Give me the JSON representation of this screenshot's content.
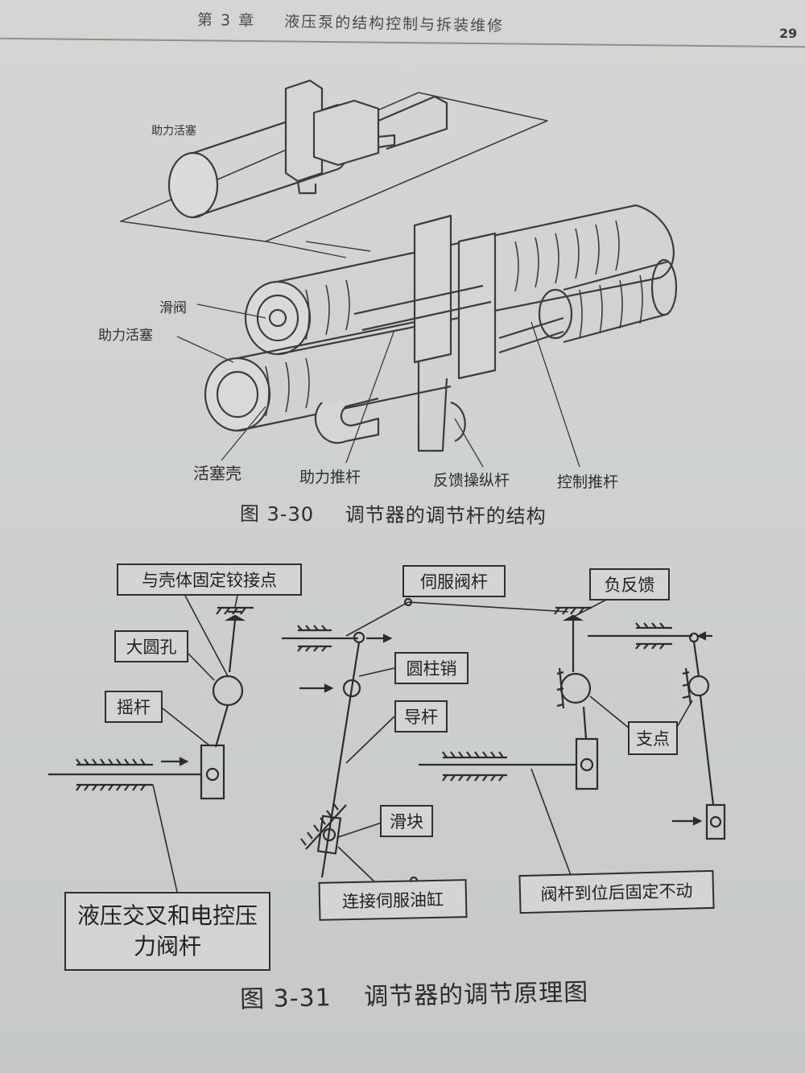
{
  "header": {
    "chapter": "第 3 章",
    "title": "液压泵的结构控制与拆装维修",
    "page_number": "29"
  },
  "figure_30": {
    "caption_number": "图 3-30",
    "caption_text": "调节器的调节杆的结构",
    "labels": {
      "booster_piston_top": "助力活塞",
      "slide_valve": "滑阀",
      "booster_piston": "助力活塞",
      "piston_housing": "活塞壳",
      "booster_push_rod": "助力推杆",
      "feedback_lever": "反馈操纵杆",
      "control_push_rod": "控制推杆"
    }
  },
  "figure_31": {
    "caption_number": "图 3-31",
    "caption_text": "调节器的调节原理图",
    "boxes": {
      "fixed_hinge": "与壳体固定铰接点",
      "big_hole": "大圆孔",
      "rocker": "摇杆",
      "servo_lever": "伺服阀杆",
      "negative_feedback": "负反馈",
      "cylinder_pin": "圆柱销",
      "guide_rod": "导杆",
      "fulcrum": "支点",
      "slider": "滑块",
      "connect_servo": "连接伺服油缸",
      "valve_lock": "阀杆到位后固定不动",
      "hydraulic_valve": "液压交叉和电控压力阀杆"
    }
  }
}
